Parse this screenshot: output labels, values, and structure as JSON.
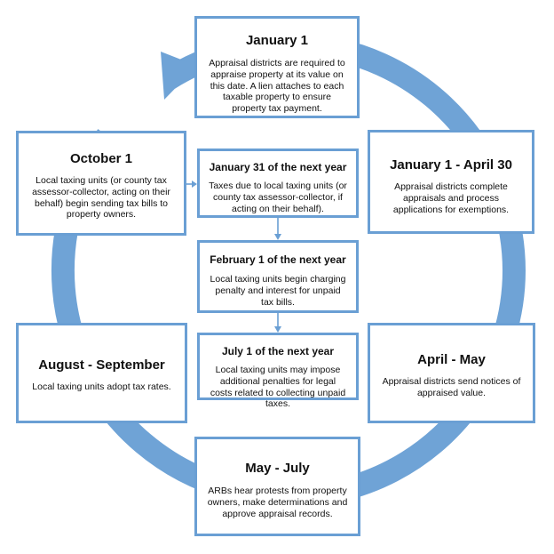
{
  "colors": {
    "ring": "#6fa3d6",
    "box_border": "#6a9fd4",
    "text": "#111111",
    "background": "#ffffff"
  },
  "stages": {
    "jan1": {
      "title": "January 1",
      "body": "Appraisal districts are required to appraise property at its value on this date. A lien attaches to each taxable property to ensure property tax payment."
    },
    "jan_apr": {
      "title": "January 1 - April 30",
      "body": "Appraisal districts complete appraisals and process applications for exemptions."
    },
    "apr_may": {
      "title": "April - May",
      "body": "Appraisal districts send notices of appraised value."
    },
    "may_jul": {
      "title": "May - July",
      "body": "ARBs hear protests from property owners, make determinations and approve appraisal records."
    },
    "aug_sep": {
      "title": "August - September",
      "body": "Local taxing units adopt tax rates."
    },
    "oct1": {
      "title": "October 1",
      "body": "Local taxing units (or county tax assessor-collector, acting on their behalf) begin sending tax bills to property owners."
    }
  },
  "followups": {
    "jan31": {
      "title": "January 31 of the next year",
      "body": "Taxes due to local taxing units (or county tax assessor-collector, if acting on their behalf)."
    },
    "feb1": {
      "title": "February 1 of the next year",
      "body": "Local taxing units begin charging penalty and interest for unpaid tax bills."
    },
    "jul1": {
      "title": "July 1 of the next year",
      "body": "Local taxing units may impose additional penalties for legal costs related to collecting unpaid taxes."
    }
  }
}
